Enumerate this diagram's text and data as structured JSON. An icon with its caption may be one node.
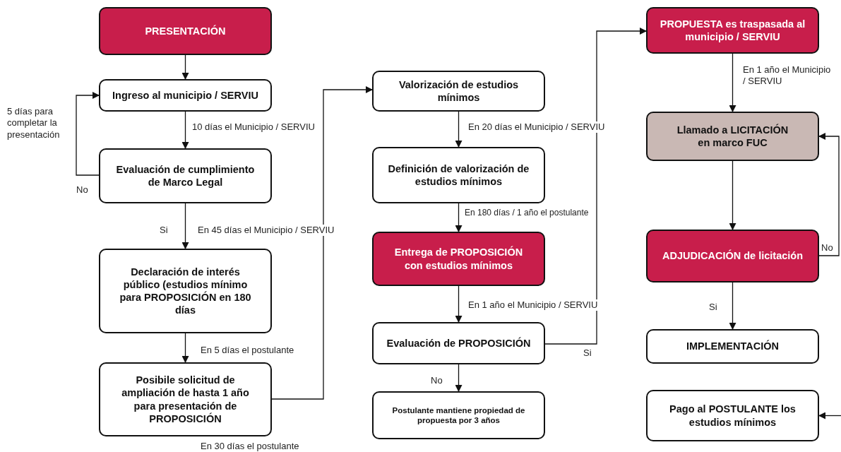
{
  "diagram": {
    "nodes": [
      {
        "text": [
          "PRESENTACIÓN"
        ]
      },
      {
        "text": [
          "Ingreso al municipio / SERVIU"
        ]
      },
      {
        "text": [
          "Evaluación de cumplimiento de Marco Legal"
        ]
      },
      {
        "text": [
          "Declaración de interés público (estudios mínimo para PROPOSICIÓN en 180 días"
        ]
      },
      {
        "text": [
          "Posibile solicitud de ampliación de hasta 1 año para presentación de PROPOSICIÓN"
        ]
      },
      {
        "text": [
          "Valorización de estudios mínimos"
        ]
      },
      {
        "text": [
          "Definición de valorización de estudios mínimos"
        ]
      },
      {
        "text": [
          "Entrega de PROPOSICIÓN con estudios mínimos"
        ]
      },
      {
        "text": [
          "Evaluación de PROPOSICIÓN"
        ]
      },
      {
        "text": [
          "Postulante mantiene propiedad de propuesta por 3 años"
        ]
      },
      {
        "text": [
          "PROPUESTA es traspasada al municipio / SERVIU"
        ]
      },
      {
        "text": [
          "Llamado a LICITACIÓN en marco FUC"
        ]
      },
      {
        "text": [
          "ADJUDICACIÓN de licitación"
        ]
      },
      {
        "text": [
          "IMPLEMENTACIÓN"
        ]
      },
      {
        "text": [
          "Pago al POSTULANTE los estudios mínimos"
        ]
      }
    ],
    "edges": [
      {
        "from": 0,
        "to": 1,
        "arrow": "to"
      },
      {
        "from": 1,
        "to": 2,
        "arrow": "to",
        "label": "10 días el Municipio / SERVIU"
      },
      {
        "from": 2,
        "to": 1,
        "arrow": "to",
        "label": "No"
      },
      {
        "from": 2,
        "to": 3,
        "arrow": "to",
        "label": "En 45 días el Municipio / SERVIU"
      },
      {
        "from": 3,
        "to": 4,
        "arrow": "to",
        "label": "En 5 días el postulante"
      },
      {
        "from": 4,
        "to": 5,
        "arrow": "to",
        "label": "En 30 días el postulante"
      },
      {
        "from": 5,
        "to": 6,
        "arrow": "to",
        "label": "En 20 días el Municipio / SERVIU"
      },
      {
        "from": 6,
        "to": 7,
        "arrow": "to",
        "label": "En 180 días / 1 año el postulante"
      },
      {
        "from": 7,
        "to": 8,
        "arrow": "to",
        "label": "En 1 año el Municipio / SERVIU"
      },
      {
        "from": 8,
        "to": 9,
        "arrow": "to",
        "label": "No"
      },
      {
        "from": 8,
        "to": 10,
        "arrow": "to",
        "label": "Si"
      },
      {
        "from": 10,
        "to": 11,
        "arrow": "to",
        "label": "En 1 año el Municipio / SERVIU"
      },
      {
        "from": 11,
        "to": 12,
        "arrow": "to"
      },
      {
        "from": 12,
        "to": 13,
        "arrow": "to",
        "label": "Si"
      },
      {
        "from": 12,
        "to": 11,
        "arrow": "to",
        "label": "No"
      },
      {
        "from": null,
        "to": 14,
        "arrow": "to"
      }
    ],
    "labels": [
      "5 días para completar la presentación",
      "Si"
    ]
  }
}
